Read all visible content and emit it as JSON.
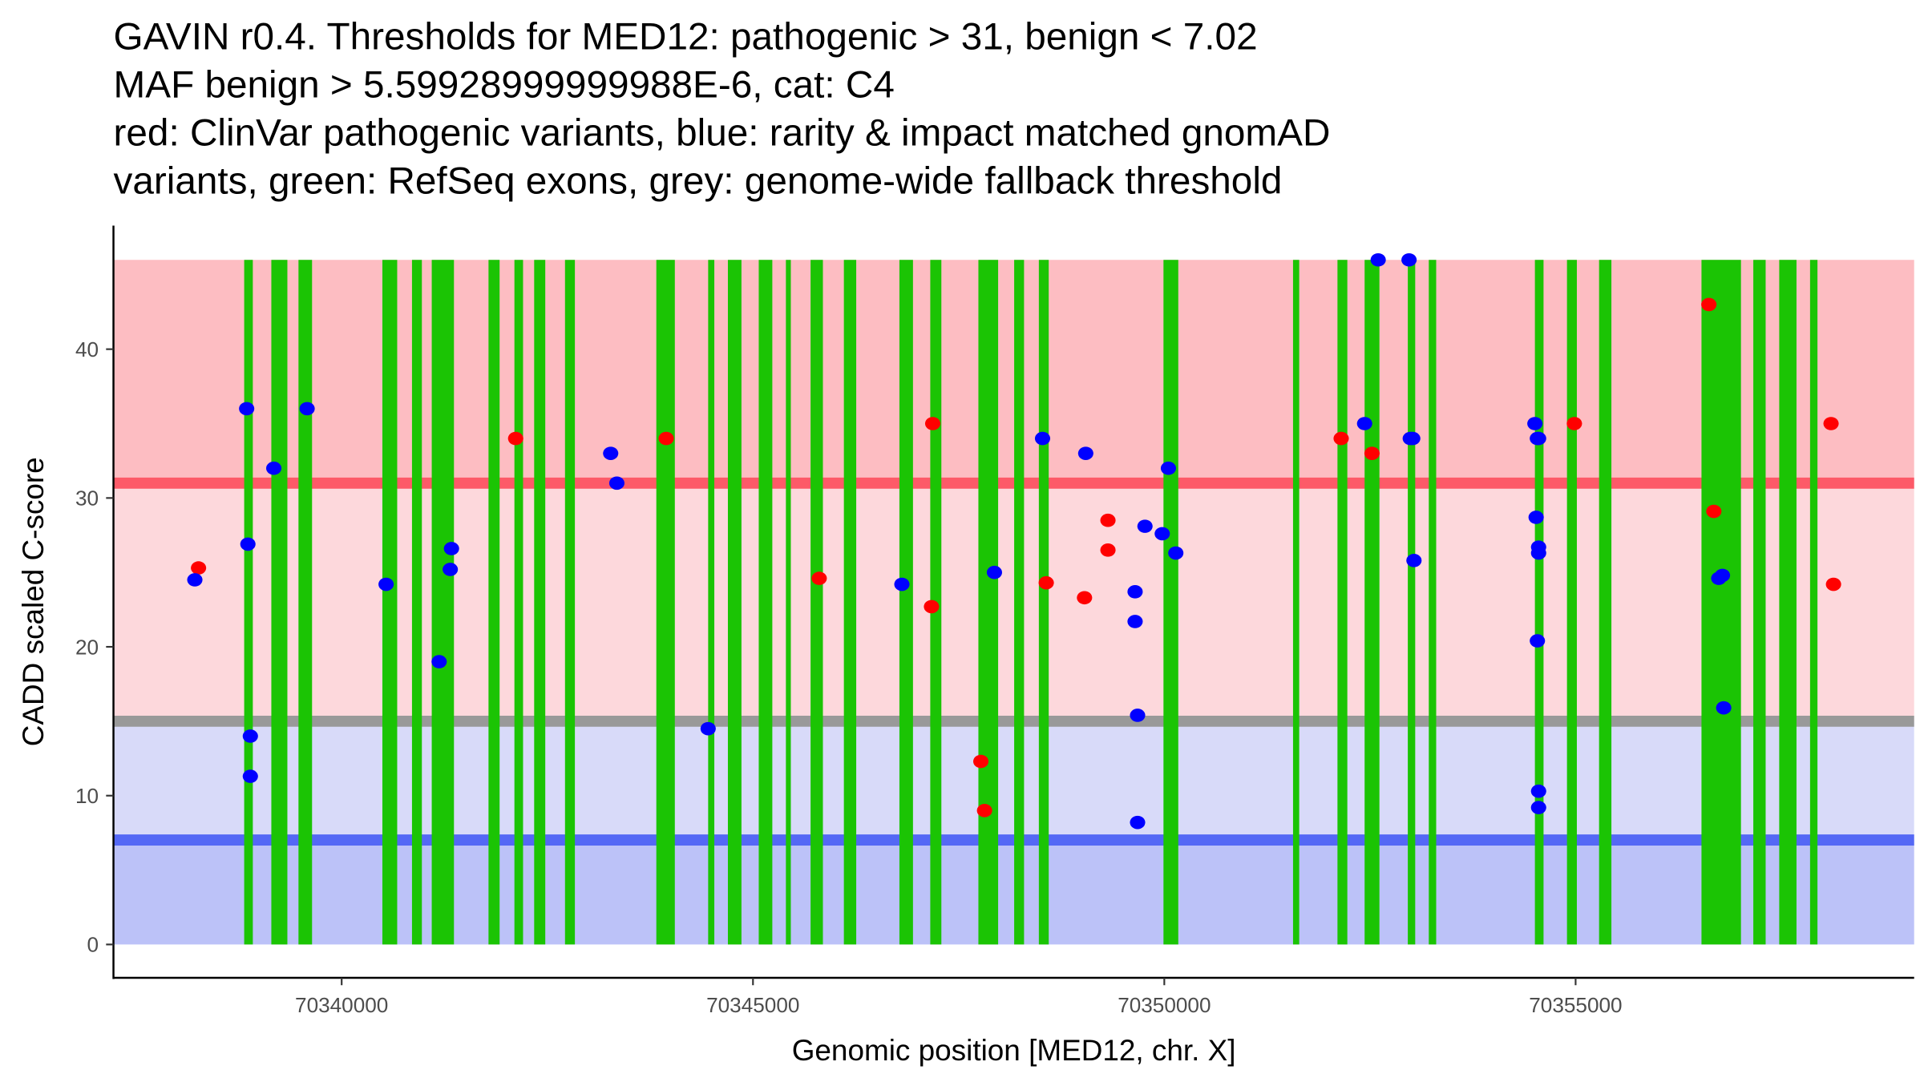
{
  "chart_data": {
    "type": "scatter",
    "title": [
      "GAVIN r0.4. Thresholds for MED12: pathogenic > 31, benign < 7.02",
      "MAF benign > 5.59928999999988E-6, cat: C4",
      "red: ClinVar pathogenic variants, blue: rarity & impact matched gnomAD",
      "variants, green: RefSeq exons, grey: genome-wide fallback threshold"
    ],
    "xlabel": "Genomic position [MED12, chr. X]",
    "ylabel": "CADD scaled C-score",
    "xlim": [
      70337226,
      70359115
    ],
    "ylim": [
      -2.24,
      48.3
    ],
    "x_ticks": [
      70340000,
      70345000,
      70350000,
      70355000
    ],
    "x_tick_labels": [
      "70340000",
      "70345000",
      "70350000",
      "70355000"
    ],
    "y_ticks": [
      0,
      10,
      20,
      30,
      40
    ],
    "y_tick_labels": [
      "0",
      "10",
      "20",
      "30",
      "40"
    ],
    "grid": false,
    "bands": {
      "max_score": 46,
      "pathogenic_threshold": 31,
      "benign_threshold": 7.02,
      "fallback_threshold": 15,
      "colors": {
        "pathogenic_area": "#fdbdc2",
        "middle_area_upper": "#fdd8dc",
        "middle_area_lower": "#d8daf9",
        "benign_area": "#bcc2f8",
        "pathogenic_line": "#fd5a68",
        "benign_line": "#5468f5",
        "fallback_line": "#999999"
      }
    },
    "exon_color": "#1bc404",
    "exons": [
      [
        70338815,
        70338920
      ],
      [
        70339145,
        70339340
      ],
      [
        70339475,
        70339640
      ],
      [
        70340495,
        70340675
      ],
      [
        70340855,
        70340975
      ],
      [
        70341095,
        70341365
      ],
      [
        70341785,
        70341920
      ],
      [
        70342100,
        70342205
      ],
      [
        70342340,
        70342475
      ],
      [
        70342715,
        70342835
      ],
      [
        70343825,
        70344050
      ],
      [
        70344455,
        70344530
      ],
      [
        70344695,
        70344860
      ],
      [
        70345070,
        70345235
      ],
      [
        70345400,
        70345460
      ],
      [
        70345700,
        70345850
      ],
      [
        70346105,
        70346255
      ],
      [
        70346780,
        70346945
      ],
      [
        70347155,
        70347290
      ],
      [
        70347740,
        70347980
      ],
      [
        70348175,
        70348295
      ],
      [
        70348475,
        70348595
      ],
      [
        70349990,
        70350170
      ],
      [
        70351565,
        70351640
      ],
      [
        70352105,
        70352225
      ],
      [
        70352435,
        70352615
      ],
      [
        70352960,
        70353050
      ],
      [
        70353215,
        70353305
      ],
      [
        70354505,
        70354610
      ],
      [
        70354895,
        70355015
      ],
      [
        70355285,
        70355435
      ],
      [
        70356530,
        70357010
      ],
      [
        70357160,
        70357310
      ],
      [
        70357475,
        70357685
      ],
      [
        70357850,
        70357940
      ]
    ],
    "series": [
      {
        "name": "ClinVar pathogenic variants",
        "color": "#ff0000",
        "points": [
          [
            70338260,
            25.3
          ],
          [
            70342115,
            34
          ],
          [
            70343945,
            34
          ],
          [
            70345805,
            24.6
          ],
          [
            70347185,
            35
          ],
          [
            70347170,
            22.7
          ],
          [
            70347770,
            12.3
          ],
          [
            70347815,
            9
          ],
          [
            70348565,
            24.3
          ],
          [
            70349030,
            23.3
          ],
          [
            70349315,
            28.5
          ],
          [
            70349315,
            26.5
          ],
          [
            70352150,
            34
          ],
          [
            70352525,
            33
          ],
          [
            70354985,
            35
          ],
          [
            70356620,
            43
          ],
          [
            70356680,
            29.1
          ],
          [
            70358105,
            35
          ],
          [
            70358135,
            24.2
          ]
        ]
      },
      {
        "name": "rarity & impact matched gnomAD variants",
        "color": "#0000ff",
        "points": [
          [
            70338215,
            24.5
          ],
          [
            70338845,
            36
          ],
          [
            70338860,
            26.9
          ],
          [
            70338890,
            14
          ],
          [
            70338890,
            11.3
          ],
          [
            70339175,
            32
          ],
          [
            70339580,
            36
          ],
          [
            70340540,
            24.2
          ],
          [
            70341185,
            19
          ],
          [
            70341335,
            26.6
          ],
          [
            70341320,
            25.2
          ],
          [
            70343270,
            33
          ],
          [
            70343345,
            31
          ],
          [
            70344455,
            14.5
          ],
          [
            70346810,
            24.2
          ],
          [
            70347935,
            25
          ],
          [
            70348520,
            34
          ],
          [
            70349045,
            33
          ],
          [
            70349645,
            23.7
          ],
          [
            70349645,
            21.7
          ],
          [
            70349675,
            15.4
          ],
          [
            70349675,
            8.2
          ],
          [
            70349765,
            28.1
          ],
          [
            70349975,
            27.6
          ],
          [
            70350050,
            32
          ],
          [
            70350140,
            26.3
          ],
          [
            70352435,
            35
          ],
          [
            70352600,
            46
          ],
          [
            70352975,
            46
          ],
          [
            70352990,
            34
          ],
          [
            70353020,
            34
          ],
          [
            70353035,
            25.8
          ],
          [
            70354505,
            35
          ],
          [
            70354520,
            28.7
          ],
          [
            70354535,
            34
          ],
          [
            70354550,
            34
          ],
          [
            70354535,
            20.4
          ],
          [
            70354550,
            26.7
          ],
          [
            70354550,
            26.3
          ],
          [
            70354550,
            10.3
          ],
          [
            70354550,
            9.2
          ],
          [
            70356740,
            24.6
          ],
          [
            70356785,
            24.8
          ],
          [
            70356800,
            15.9
          ]
        ]
      }
    ]
  }
}
